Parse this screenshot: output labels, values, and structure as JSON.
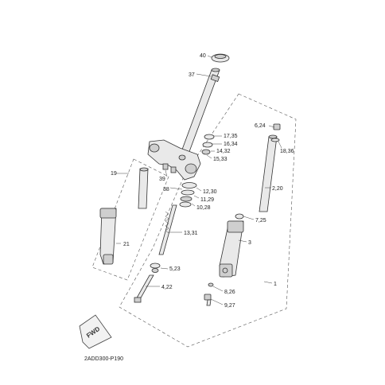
{
  "labels": {
    "p40": "40",
    "p37": "37",
    "p17_35": "17,35",
    "p16_34": "16,34",
    "p14_32": "14,32",
    "p15_33": "15,33",
    "p6_24": "6,24",
    "p18_36": "18,36",
    "p19": "19",
    "p39": "39",
    "p38": "38",
    "p12_30": "12,30",
    "p11_29": "11,29",
    "p10_28": "10,28",
    "p2_20": "2,20",
    "p7_25": "7,25",
    "p21": "21",
    "p13_31": "13,31",
    "p3": "3",
    "p5_23": "5,23",
    "p1": "1",
    "p8_26": "8,26",
    "p4_22": "4,22",
    "p9_27": "9,27"
  },
  "fwd_text": "FWD",
  "diagram_code": "2ADD300-P190"
}
